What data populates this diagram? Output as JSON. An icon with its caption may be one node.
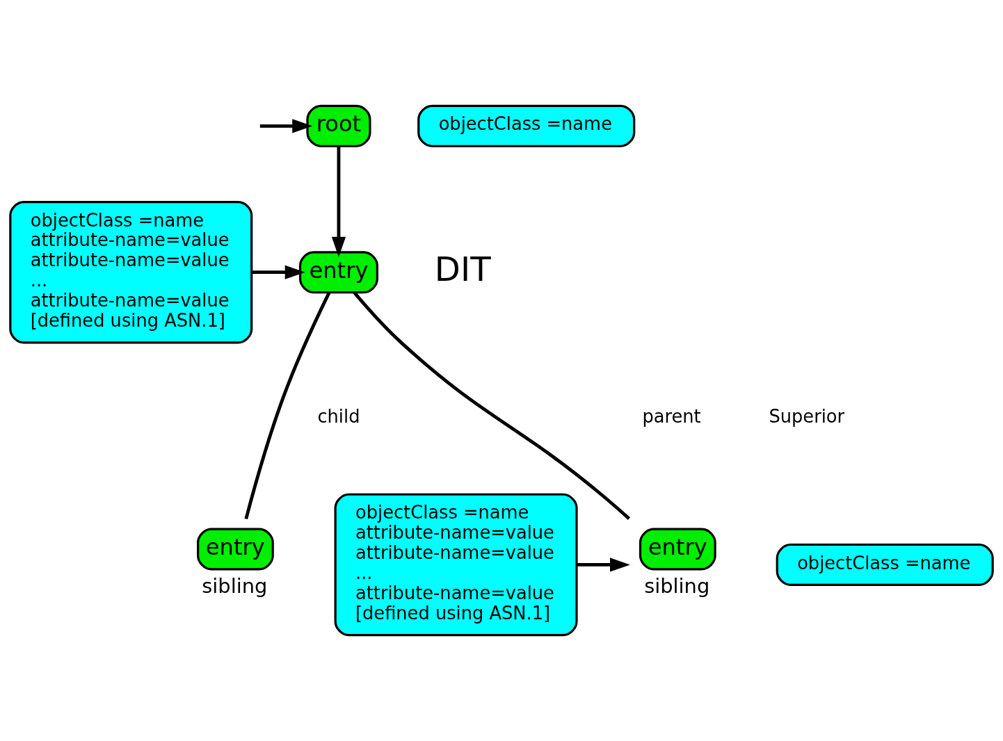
{
  "diagram": {
    "nodes": [
      {
        "text": [
          "root"
        ]
      },
      {
        "text": [
          "entry"
        ]
      },
      {
        "text": [
          "entry"
        ],
        "beside": [
          "sibling"
        ]
      },
      {
        "text": [
          "entry"
        ],
        "beside": [
          "sibling"
        ]
      },
      {
        "text": [
          "objectClass =name"
        ]
      },
      {
        "text": [
          "objectClass =name",
          "attribute-name=value",
          "attribute-name=value",
          "...",
          "attribute-name=value",
          "[defined using ASN.1]"
        ]
      },
      {
        "text": [
          "objectClass =name"
        ]
      },
      {
        "text": [
          "objectClass =name",
          "attribute-name=value",
          "attribute-name=value",
          "...",
          "attribute-name=value",
          "[defined using ASN.1]"
        ]
      }
    ],
    "edges": [
      {
        "from": null,
        "to": 0,
        "arrow": "to"
      },
      {
        "from": 0,
        "to": 1,
        "arrow": "to"
      },
      {
        "from": 5,
        "to": 1,
        "arrow": "to"
      },
      {
        "from": 1,
        "to": 2,
        "arrow": "none"
      },
      {
        "from": 1,
        "to": 3,
        "arrow": "none"
      },
      {
        "from": 7,
        "to": 3,
        "arrow": "to"
      }
    ],
    "labels": [
      "DIT",
      "child",
      "parent",
      "Superior"
    ]
  }
}
